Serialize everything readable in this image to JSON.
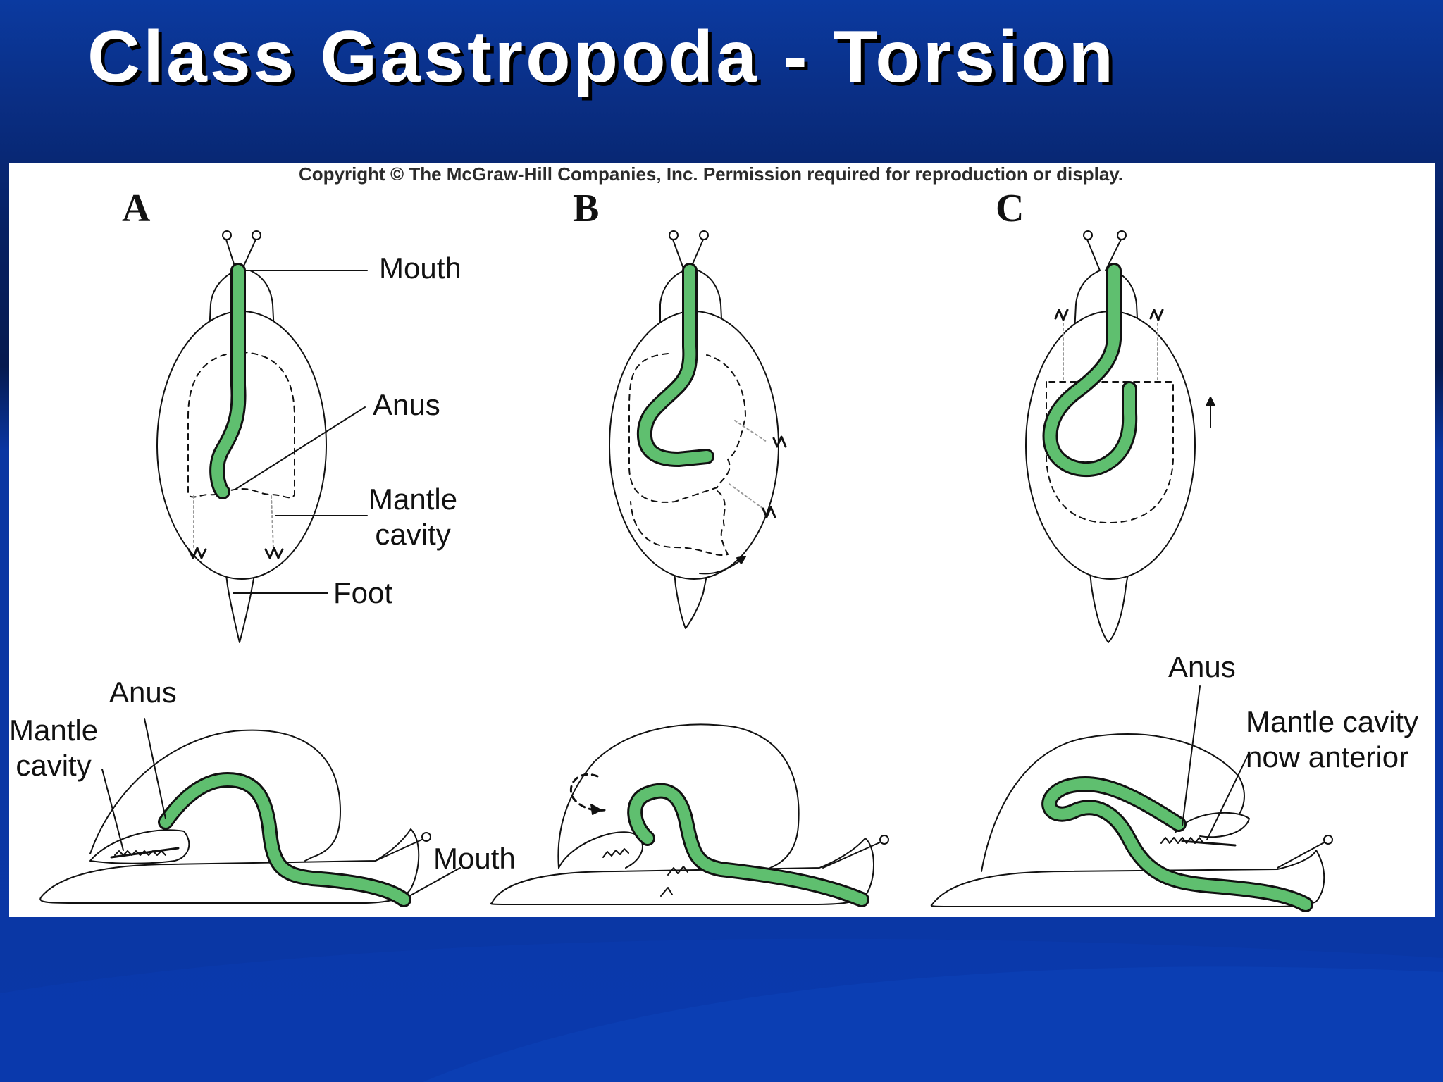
{
  "slide": {
    "title": "Class Gastropoda - Torsion",
    "colors": {
      "background": "#0a37a6",
      "title_text": "#ffffff",
      "gut": "#5fbf6f",
      "figure_background": "#ffffff"
    }
  },
  "figure": {
    "copyright": "Copyright © The McGraw-Hill Companies, Inc. Permission required for reproduction or display.",
    "panels": [
      {
        "letter": "A"
      },
      {
        "letter": "B"
      },
      {
        "letter": "C"
      }
    ],
    "labels": {
      "mouth_top": "Mouth",
      "anus_top": "Anus",
      "mantle_cavity_top": "Mantle\ncavity",
      "foot": "Foot",
      "anus_bottom_a": "Anus",
      "mantle_cavity_bottom_a": "Mantle\ncavity",
      "mouth_bottom": "Mouth",
      "anus_bottom_c": "Anus",
      "mantle_cavity_anterior": "Mantle cavity\nnow anterior"
    }
  }
}
